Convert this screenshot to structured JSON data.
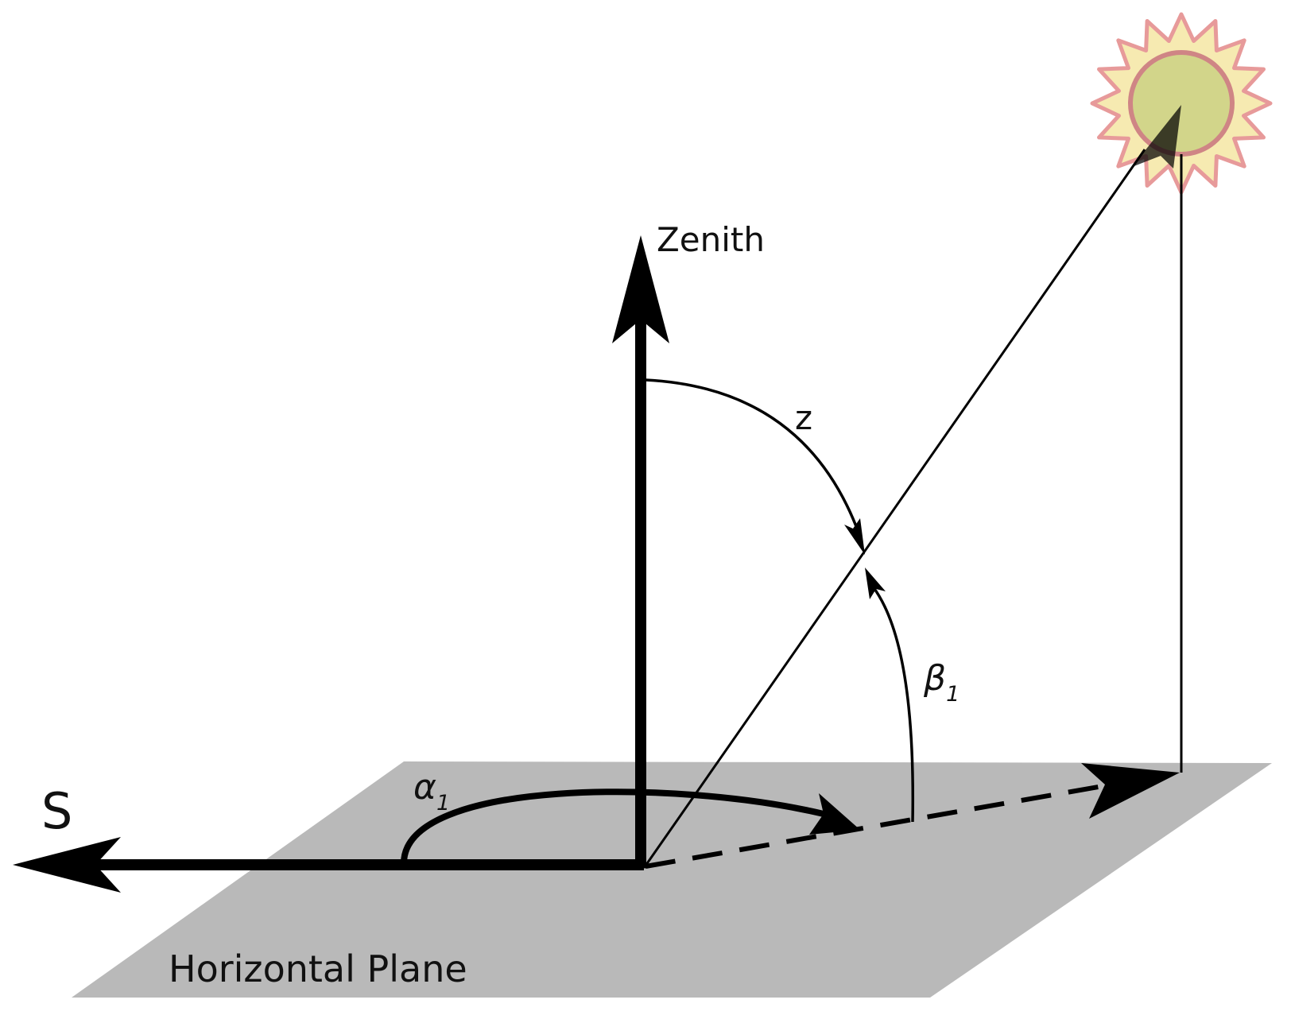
{
  "labels": {
    "zenith": "Zenith",
    "zenith_angle": "z",
    "beta": "β",
    "beta_sub": "1",
    "alpha": "α",
    "alpha_sub": "1",
    "south": "S",
    "plane": "Horizontal Plane"
  },
  "colors": {
    "plane": "#b9b9b9",
    "ink": "#000000",
    "sun_rays": "#f5e6a3",
    "sun_rays_stroke": "#e79a9a",
    "sun_disc": "#d2d58a",
    "sun_disc_stroke": "#cf8585"
  }
}
